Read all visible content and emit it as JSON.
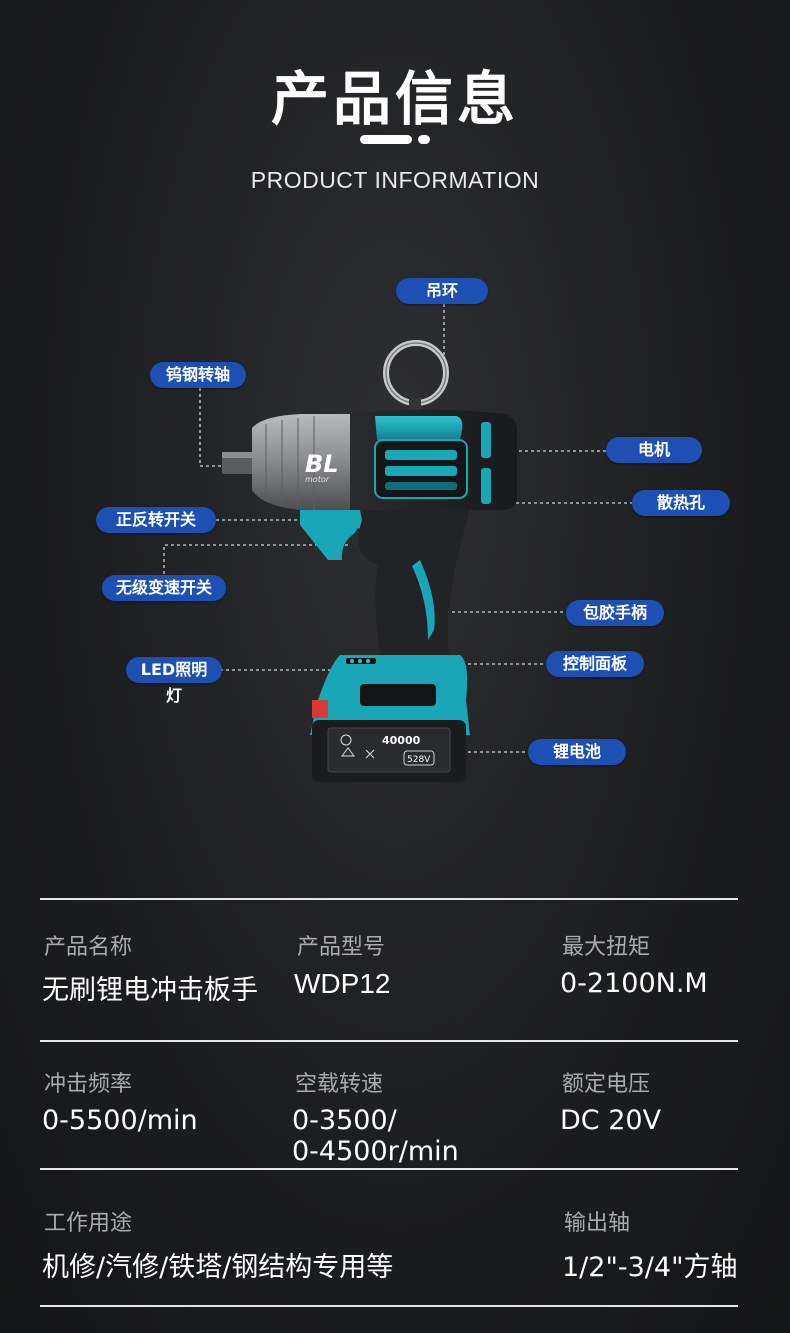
{
  "header": {
    "title": "产品信息",
    "subtitle": "PRODUCT INFORMATION"
  },
  "product_image": {
    "logo_text": "BL",
    "logo_sub": "motor",
    "battery_capacity": "40000",
    "battery_voltage": "528V",
    "callouts": {
      "hanging_ring": "吊环",
      "tungsten_shaft": "钨钢转轴",
      "motor": "电机",
      "cooling_holes": "散热孔",
      "direction_switch": "正反转开关",
      "variable_speed_switch": "无级变速开关",
      "rubber_handle": "包胶手柄",
      "led_light": "LED照明灯",
      "control_panel": "控制面板",
      "lithium_battery": "锂电池"
    },
    "colors": {
      "accent_teal": "#1aa6b7",
      "callout_blue": "#1e4fb2",
      "body_gray": "#7d7e80"
    }
  },
  "specs": {
    "row1": [
      {
        "key": "产品名称",
        "value": "无刷锂电冲击板手"
      },
      {
        "key": "产品型号",
        "value": "WDP12"
      },
      {
        "key": "最大扭矩",
        "value": "0-2100N.M"
      }
    ],
    "row2": [
      {
        "key": "冲击频率",
        "value": "0-5500/min"
      },
      {
        "key": "空载转速",
        "value_line1": "0-3500/",
        "value_line2": "0-4500r/min"
      },
      {
        "key": "额定电压",
        "value": "DC 20V"
      }
    ],
    "row3": [
      {
        "key": "工作用途",
        "value": "机修/汽修/铁塔/钢结构专用等"
      },
      {
        "key": "输出轴",
        "value": "1/2\"-3/4\"方轴"
      }
    ]
  }
}
